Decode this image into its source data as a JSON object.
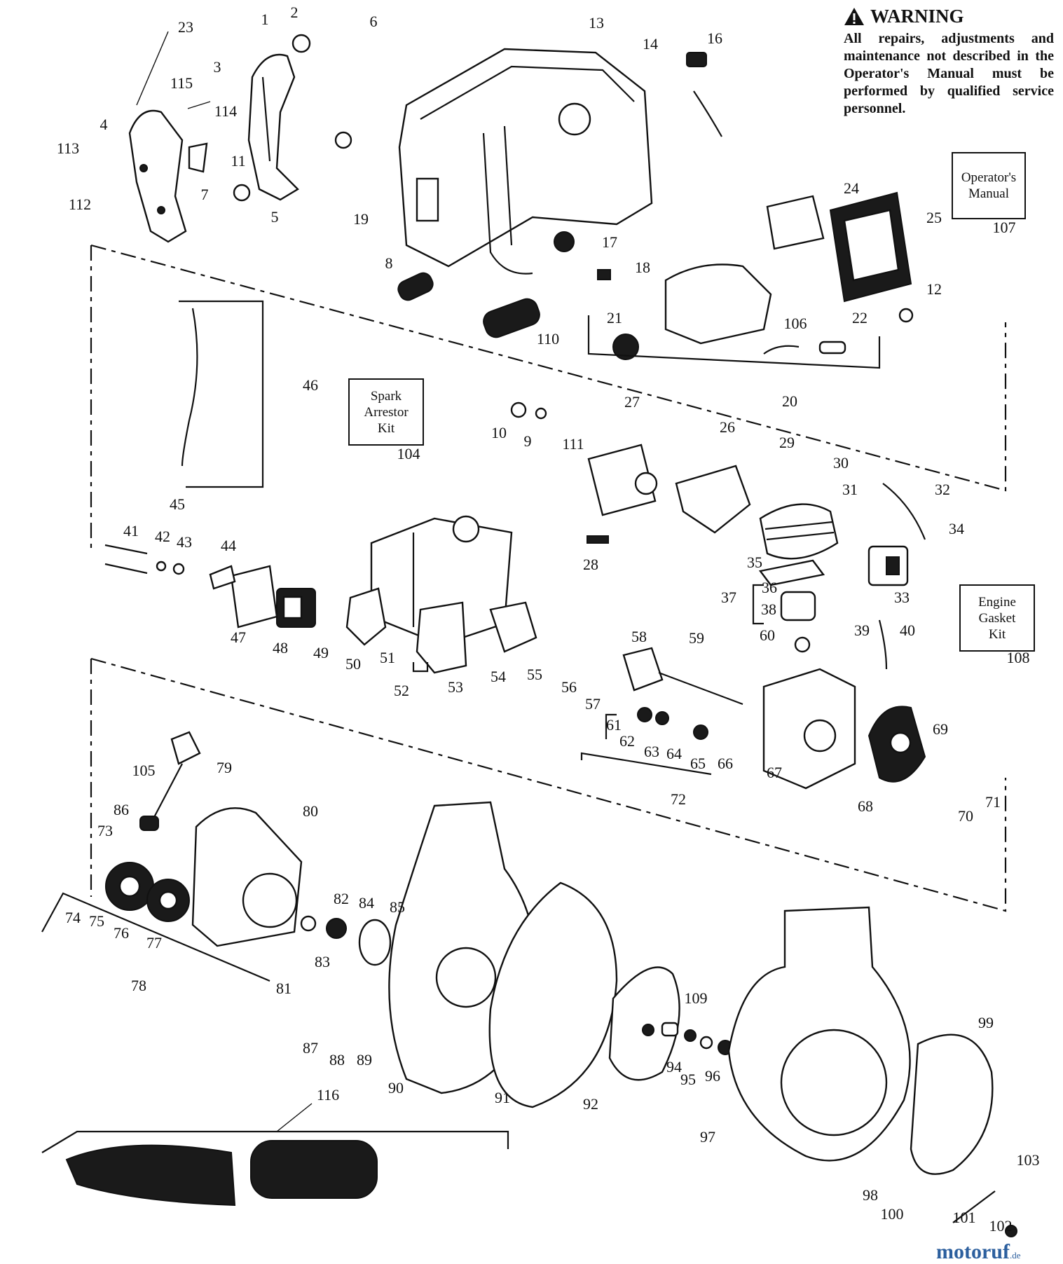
{
  "warning": {
    "title": "WARNING",
    "text": "All repairs, adjustments and maintenance not described in the Operator's Manual must be performed by qualified service personnel."
  },
  "boxes": {
    "operators_manual": "Operator's\nManual",
    "spark_arrestor_kit": "Spark\nArrestor\nKit",
    "engine_gasket_kit": "Engine\nGasket\nKit"
  },
  "callouts": [
    "1",
    "2",
    "3",
    "4",
    "5",
    "6",
    "7",
    "8",
    "9",
    "10",
    "11",
    "12",
    "13",
    "14",
    "16",
    "17",
    "18",
    "19",
    "20",
    "21",
    "22",
    "23",
    "24",
    "25",
    "26",
    "27",
    "28",
    "29",
    "30",
    "31",
    "32",
    "33",
    "34",
    "35",
    "36",
    "37",
    "38",
    "39",
    "40",
    "41",
    "42",
    "43",
    "44",
    "45",
    "46",
    "47",
    "48",
    "49",
    "50",
    "51",
    "52",
    "53",
    "54",
    "55",
    "56",
    "57",
    "58",
    "59",
    "60",
    "61",
    "62",
    "63",
    "64",
    "65",
    "66",
    "67",
    "68",
    "69",
    "70",
    "71",
    "72",
    "73",
    "74",
    "75",
    "76",
    "77",
    "78",
    "79",
    "80",
    "81",
    "82",
    "83",
    "84",
    "85",
    "86",
    "87",
    "88",
    "89",
    "90",
    "91",
    "92",
    "94",
    "95",
    "96",
    "97",
    "98",
    "99",
    "100",
    "101",
    "102",
    "103",
    "104",
    "105",
    "106",
    "107",
    "108",
    "109",
    "110",
    "111",
    "112",
    "113",
    "114",
    "115",
    "116"
  ],
  "watermark": {
    "name": "motoruf",
    "tld": ".de"
  },
  "icons": {
    "warning": "warning-triangle-icon"
  }
}
